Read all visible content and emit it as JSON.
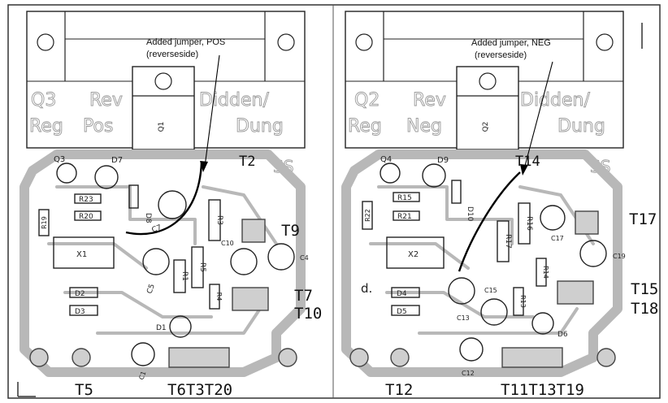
{
  "notes": {
    "pos_line1": "Added jumper, POS",
    "pos_line2": "(reverseside)",
    "neg_line1": "Added jumper, NEG",
    "neg_line2": "(reverseside)"
  },
  "left": {
    "ghost1": "Didden/",
    "ghost2": "Dung",
    "ghost3": "Rev",
    "ghost4": "Pos",
    "ghost5": "Q3",
    "ghost6": "Reg",
    "ghost7": "SS",
    "q": "Q1",
    "comps": {
      "q3": "Q3",
      "d7": "D7",
      "r23": "R23",
      "r20": "R20",
      "r19": "R19",
      "d8": "D8",
      "c7": "C7",
      "r3": "R3",
      "c10": "C10",
      "x1": "X1",
      "c5": "C5",
      "r1": "R1",
      "r5": "R5",
      "c4": "C4",
      "r4": "R4",
      "d2": "D2",
      "d3": "D3",
      "d1": "D1",
      "c1": "C1"
    },
    "terms": {
      "t2": "T2",
      "t9": "T9",
      "t7": "T7",
      "t10": "T10",
      "t5": "T5",
      "t6t3t20": "T6T3T20"
    }
  },
  "right": {
    "ghost1": "Didden/",
    "ghost2": "Dung",
    "ghost3": "Rev",
    "ghost4": "Neg",
    "ghost5": "Q2",
    "ghost6": "Reg",
    "ghost7": "SS",
    "q": "Q2",
    "comps": {
      "q4": "Q4",
      "d9": "D9",
      "r15": "R15",
      "r21": "R21",
      "r22": "R22",
      "d10": "D10",
      "r17": "R17",
      "r16": "R16",
      "c17": "C17",
      "x2": "X2",
      "c15": "C15",
      "c13": "C13",
      "r13": "R13",
      "r14": "R14",
      "c19": "C19",
      "d4": "D4",
      "d5": "D5",
      "d6": "D6",
      "c12": "C12",
      "d": "d."
    },
    "terms": {
      "t14": "T14",
      "t17": "T17",
      "t15": "T15",
      "t18": "T18",
      "t12": "T12",
      "t11t13t19": "T11T13T19"
    }
  }
}
